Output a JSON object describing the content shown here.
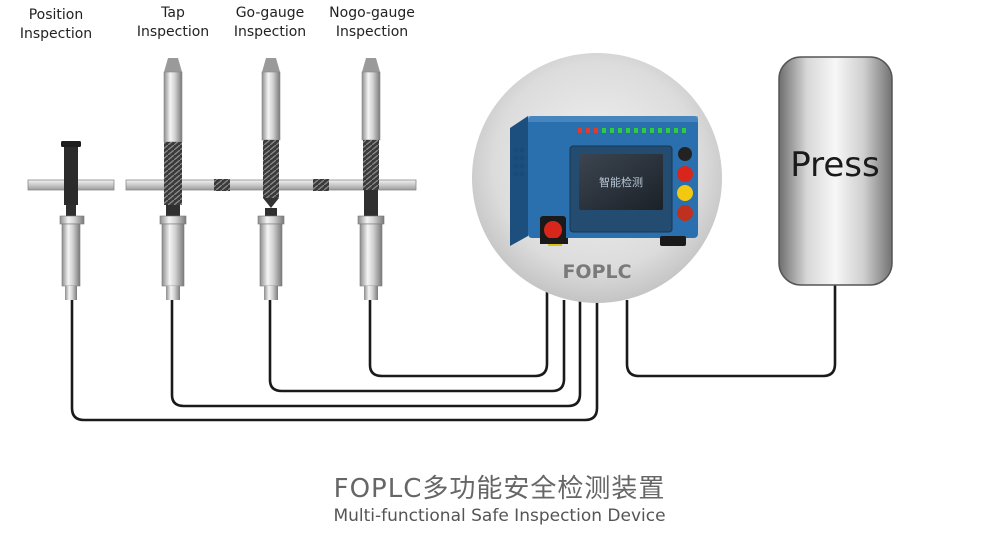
{
  "stations": [
    {
      "line1": "Position",
      "line2": "Inspection"
    },
    {
      "line1": "Tap",
      "line2": "Inspection"
    },
    {
      "line1": "Go-gauge",
      "line2": "Inspection"
    },
    {
      "line1": "Nogo-gauge",
      "line2": "Inspection"
    }
  ],
  "controller": {
    "label": "FOPLC",
    "screen_text": "智能检测",
    "body_color": "#2a6fae",
    "estop_color": "#d9261c",
    "indicator_color": "#2ecc40"
  },
  "press": {
    "label": "Press"
  },
  "footer": {
    "title_cn": "FOPLC多功能安全检测装置",
    "title_en": "Multi-functional Safe Inspection Device"
  }
}
